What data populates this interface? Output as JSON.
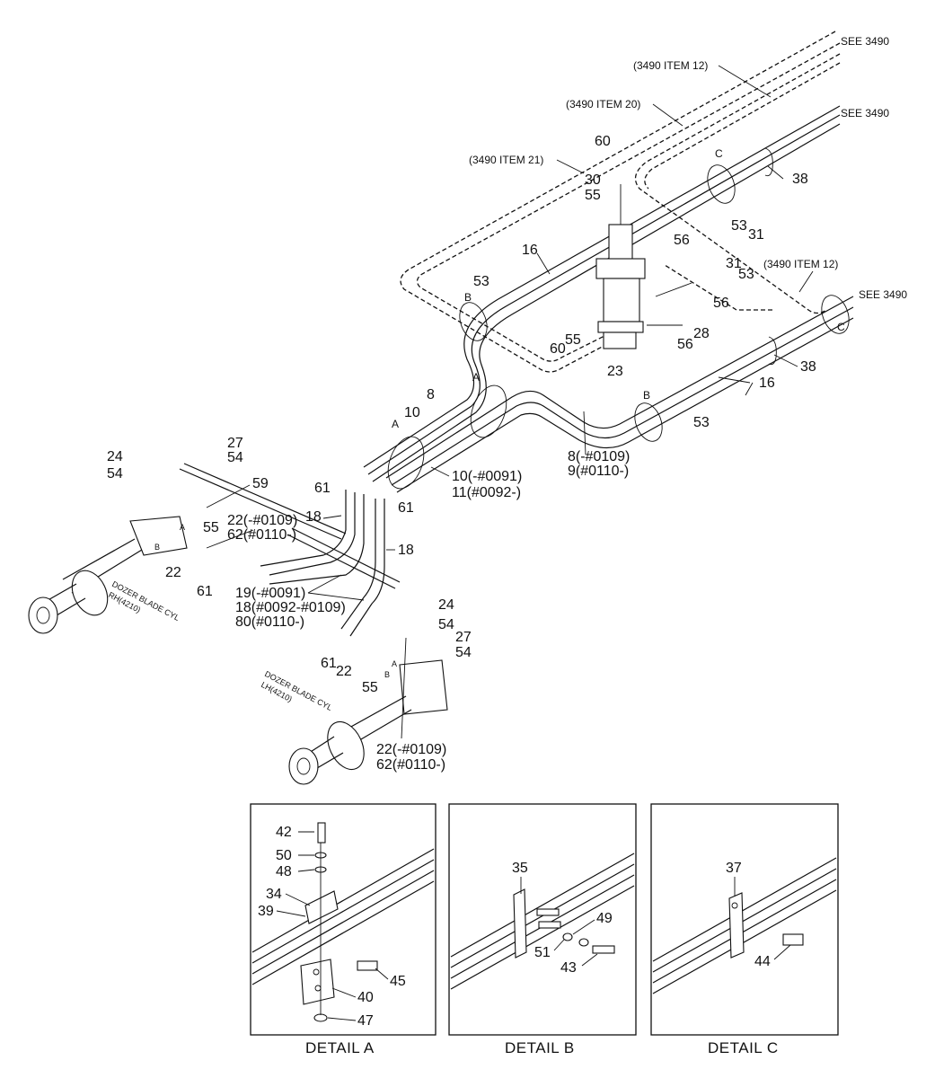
{
  "refs": {
    "see_top": "SEE 3490",
    "see_mid": "SEE 3490",
    "see_right": "SEE 3490",
    "item12_top": "(3490 ITEM 12)",
    "item20": "(3490 ITEM 20)",
    "item21": "(3490 ITEM 21)",
    "item12_right": "(3490 ITEM 12)"
  },
  "callouts": {
    "c60a": "60",
    "c30": "30",
    "c55a": "55",
    "c38a": "38",
    "c53a": "53",
    "c31a": "31",
    "c56a": "56",
    "c31b": "31",
    "c53b": "53",
    "c56b": "56",
    "c16a": "16",
    "c53c": "53",
    "c28": "28",
    "c56c": "56",
    "c55b": "55",
    "c60b": "60",
    "c23": "23",
    "c38b": "38",
    "c16b": "16",
    "c8": "8",
    "c10": "10",
    "c53d": "53",
    "c8_9_l1": "8(-#0109)",
    "c8_9_l2": "9(#0110-)",
    "c10_11_l1": "10(-#0091)",
    "c10_11_l2": "11(#0092-)",
    "c24a": "24",
    "c27a": "27",
    "c54a": "54",
    "c54b": "54",
    "c59": "59",
    "c61a": "61",
    "c18a": "18",
    "c61b": "61",
    "c18b": "18",
    "c22_62_l1": "22(-#0109)",
    "c22_62_l2": "62(#0110-)",
    "c55c": "55",
    "c22a": "22",
    "c61c": "61",
    "c19_l1": "19(-#0091)",
    "c19_l2": "18(#0092-#0109)",
    "c19_l3": "80(#0110-)",
    "c24b": "24",
    "c54c": "54",
    "c27b": "27",
    "c54d": "54",
    "c61d": "61",
    "c22b": "22",
    "c55d": "55",
    "c22_62b_l1": "22(-#0109)",
    "c22_62b_l2": "62(#0110-)"
  },
  "markers": {
    "A1": "A",
    "A2": "A",
    "B1": "B",
    "B2": "B",
    "C1": "C",
    "C2": "C",
    "portA1": "A",
    "portB1": "B",
    "portA2": "A",
    "portB2": "B"
  },
  "cylinders": {
    "rh_l1": "DOZER BLADE CYL",
    "rh_l2": "RH(4210)",
    "lh_l1": "DOZER BLADE CYL",
    "lh_l2": "LH(4210)"
  },
  "detail_a": {
    "caption": "DETAIL  A",
    "p42": "42",
    "p50": "50",
    "p48": "48",
    "p34": "34",
    "p39": "39",
    "p45": "45",
    "p40": "40",
    "p47": "47"
  },
  "detail_b": {
    "caption": "DETAIL  B",
    "p35": "35",
    "p49": "49",
    "p51": "51",
    "p43": "43"
  },
  "detail_c": {
    "caption": "DETAIL  C",
    "p37": "37",
    "p44": "44"
  }
}
